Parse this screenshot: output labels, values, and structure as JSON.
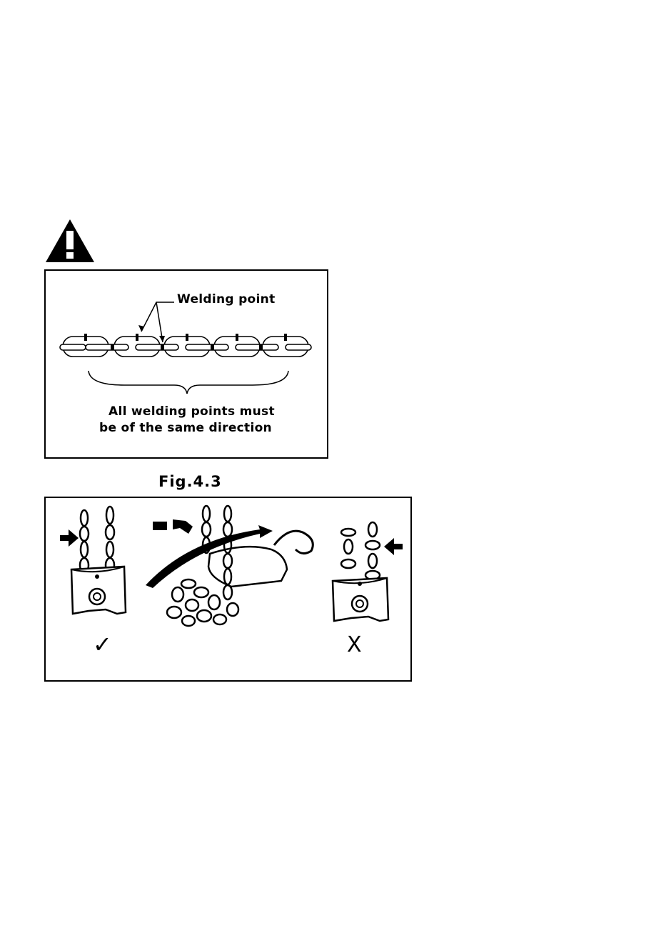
{
  "warning": {
    "icon": "warning-triangle-icon"
  },
  "figure_top": {
    "welding_label": "Welding point",
    "note_line1": "All welding points must",
    "note_line2": "be of the same direction"
  },
  "caption": "Fig.4.3",
  "figure_bottom": {
    "correct_mark": "✓",
    "wrong_mark": "X",
    "icons": [
      "arrow-right-icon",
      "chain-hoist-icon",
      "arrow-left-icon"
    ]
  }
}
